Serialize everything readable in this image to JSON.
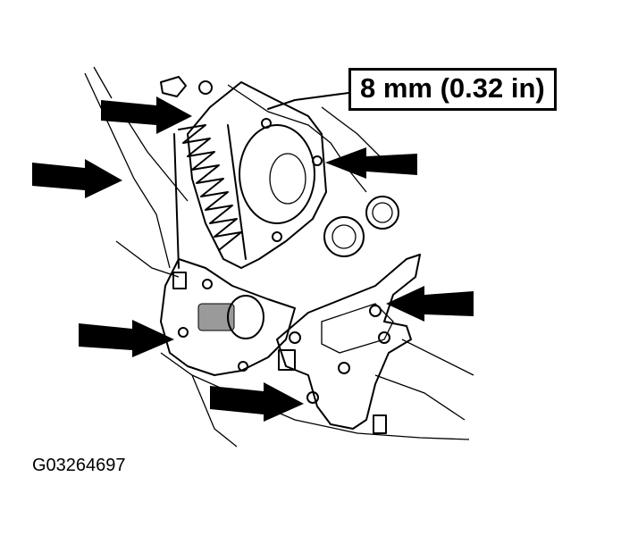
{
  "callout": {
    "text": "8 mm (0.32 in)"
  },
  "figure_id": "G03264697",
  "arrows": [
    {
      "name": "arrow-top-left"
    },
    {
      "name": "arrow-far-left"
    },
    {
      "name": "arrow-top-right"
    },
    {
      "name": "arrow-right"
    },
    {
      "name": "arrow-lower-left"
    },
    {
      "name": "arrow-bottom"
    }
  ],
  "colors": {
    "line": "#000000",
    "background": "#ffffff",
    "shading": "#9a9a9a"
  }
}
